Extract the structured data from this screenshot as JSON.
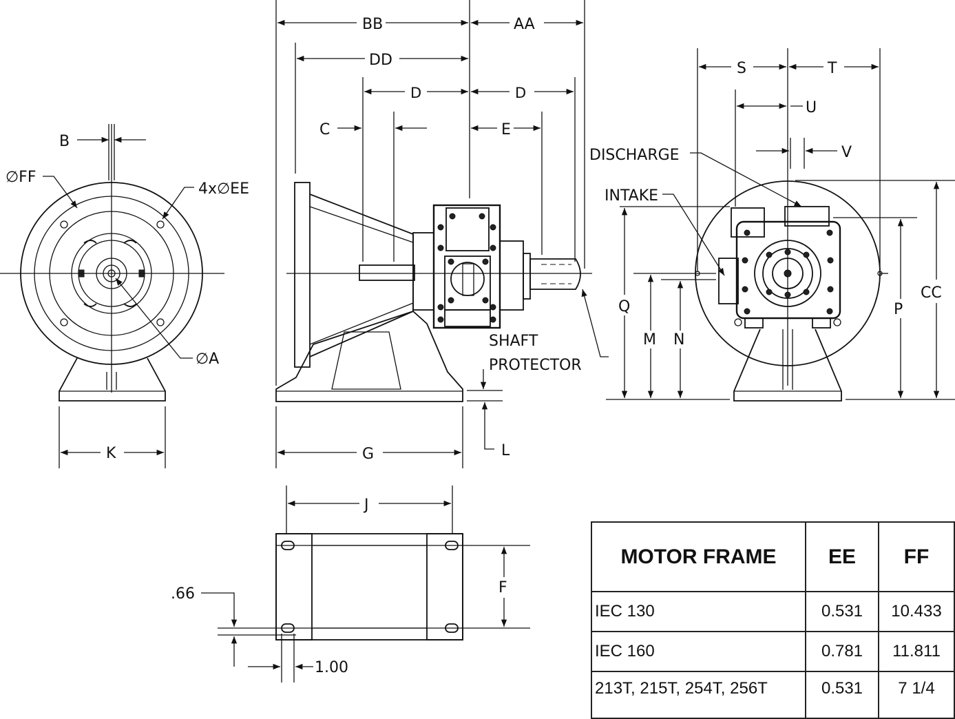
{
  "labels": {
    "B": "B",
    "FF": "∅FF",
    "EE": "4x∅EE",
    "A": "∅A",
    "K": "K",
    "BB": "BB",
    "AA": "AA",
    "DD": "DD",
    "D_left": "D",
    "D_right": "D",
    "C": "C",
    "E": "E",
    "G": "G",
    "L": "L",
    "shaft_protector_1": "SHAFT",
    "shaft_protector_2": "PROTECTOR",
    "S": "S",
    "T": "T",
    "U": "U",
    "V": "V",
    "discharge": "DISCHARGE",
    "intake": "INTAKE",
    "Q": "Q",
    "M": "M",
    "N": "N",
    "P": "P",
    "CC": "CC",
    "J": "J",
    "F": "F",
    "dim_066": ".66",
    "dim_100": "1.00"
  },
  "table": {
    "headers": [
      "MOTOR FRAME",
      "EE",
      "FF"
    ],
    "rows": [
      {
        "frame": "IEC 130",
        "ee": "0.531",
        "ff": "10.433"
      },
      {
        "frame": "IEC 160",
        "ee": "0.781",
        "ff": "11.811"
      },
      {
        "frame": "213T, 215T, 254T, 256T",
        "ee": "0.531",
        "ff": "7 1/4"
      }
    ]
  }
}
